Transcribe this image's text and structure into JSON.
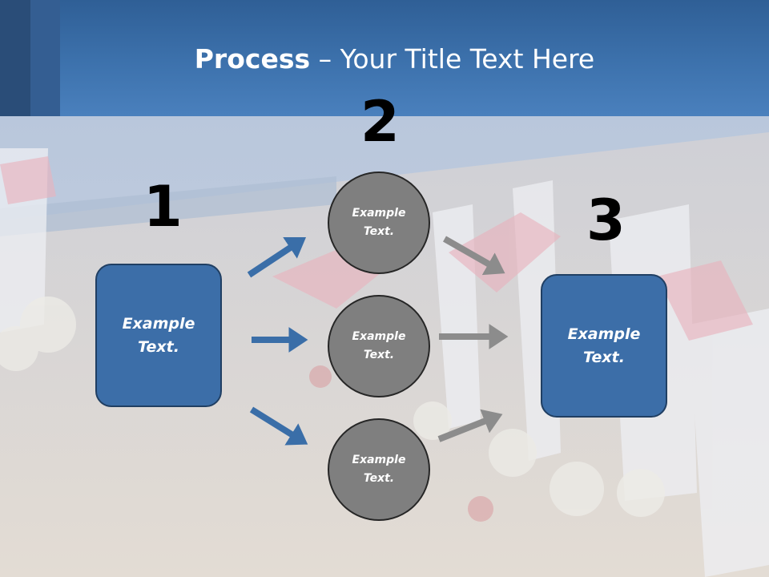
{
  "slide": {
    "title_bold": "Process",
    "title_rest": " – Your Title Text Here"
  },
  "steps": {
    "one": {
      "number": "1",
      "text_line1": "Example",
      "text_line2": "Text."
    },
    "two": {
      "number": "2"
    },
    "three": {
      "number": "3",
      "text_line1": "Example",
      "text_line2": "Text."
    }
  },
  "circles": [
    {
      "text_line1": "Example",
      "text_line2": "Text."
    },
    {
      "text_line1": "Example",
      "text_line2": "Text."
    },
    {
      "text_line1": "Example",
      "text_line2": "Text."
    }
  ],
  "colors": {
    "header": "#3d72ad",
    "box_fill": "#3c6ea8",
    "circle_fill": "#7f7f7f",
    "arrow_blue": "#3a6ea8",
    "arrow_gray": "#8c8c8c"
  }
}
